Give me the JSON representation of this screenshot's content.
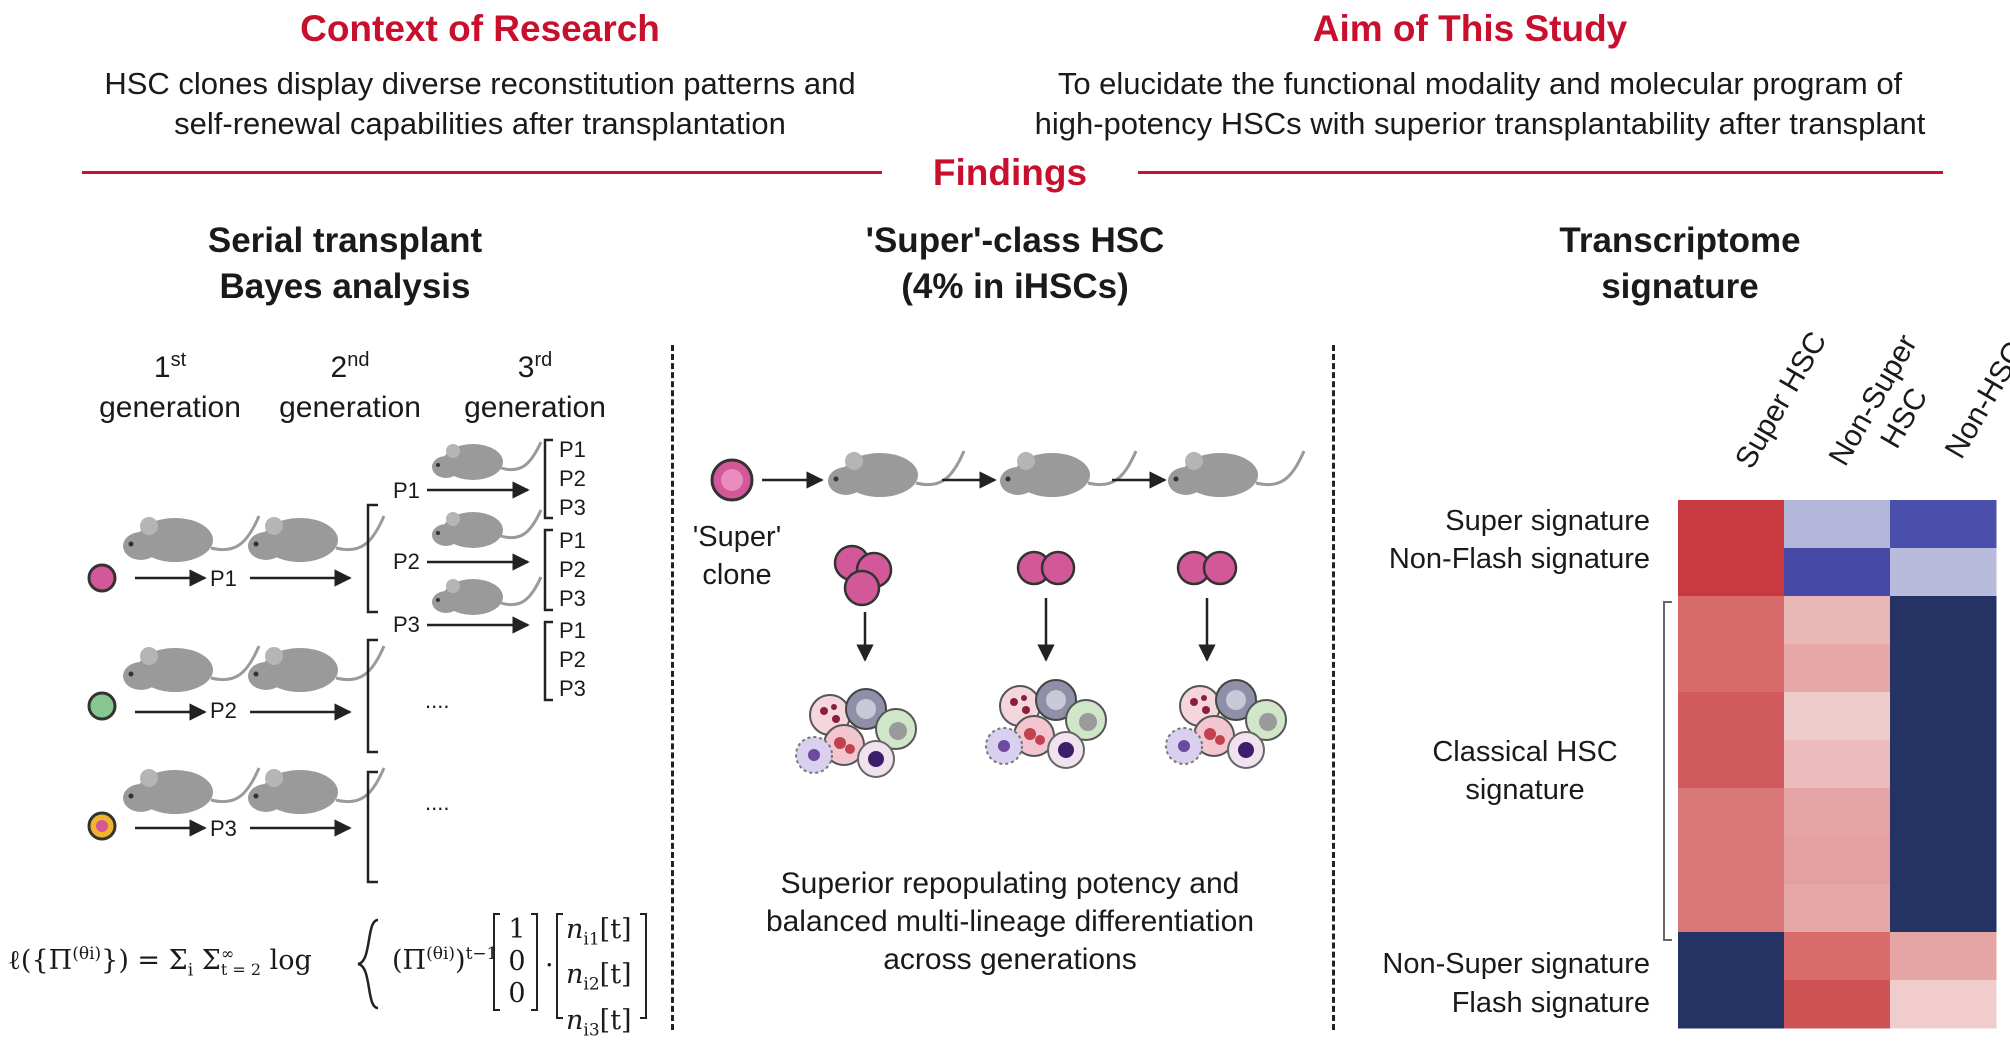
{
  "context": {
    "title": "Context of Research",
    "text_lines": [
      "HSC clones display diverse reconstitution patterns and",
      "self-renewal capabilities after transplantation"
    ]
  },
  "aim": {
    "title": "Aim of This Study",
    "text_lines": [
      "To elucidate the functional modality and molecular program of",
      "high-potency HSCs with superior transplantability after transplant"
    ]
  },
  "findings_label": "Findings",
  "panel1": {
    "title_lines": [
      "Serial transplant",
      "Bayes analysis"
    ],
    "generations": [
      {
        "num": "1",
        "sup": "st",
        "word": "generation"
      },
      {
        "num": "2",
        "sup": "nd",
        "word": "generation"
      },
      {
        "num": "3",
        "sup": "rd",
        "word": "generation"
      }
    ],
    "row_labels": [
      "P1",
      "P2",
      "P3"
    ],
    "branch_labels": [
      "P1",
      "P2",
      "P3"
    ],
    "leaf_labels": [
      "P1",
      "P2",
      "P3"
    ],
    "ellipsis": "....",
    "formula": {
      "lhs": "ℓ({Π",
      "theta": "(θi)",
      "rhs": "}) = Σ",
      "i": "i",
      "sigma2": "Σ",
      "inf": "∞",
      "t2": "t = 2",
      "log": "log",
      "pi": "(Π",
      "exp": "t−1",
      "vec": [
        "1",
        "0",
        "0"
      ],
      "nvec": [
        "n",
        "n",
        "n"
      ],
      "nsubs": [
        "i1",
        "i2",
        "i3"
      ],
      "t": "[t]"
    }
  },
  "panel2": {
    "title_lines": [
      "'Super'-class HSC",
      "(4% in iHSCs)"
    ],
    "clone_label_lines": [
      "'Super'",
      "clone"
    ],
    "caption_lines": [
      "Superior repopulating potency and",
      "balanced multi-lineage differentiation",
      "across generations"
    ]
  },
  "panel3": {
    "title_lines": [
      "Transcriptome",
      "signature"
    ],
    "columns": [
      "Super HSC",
      "Non-Super HSC",
      "Non-HSC"
    ],
    "col_lines": [
      [
        "Super HSC"
      ],
      [
        "Non-Super",
        "HSC"
      ],
      [
        "Non-HSC"
      ]
    ],
    "row_groups": [
      {
        "label": "Super signature"
      },
      {
        "label": "Non-Flash signature"
      },
      {
        "label_lines": [
          "Classical HSC",
          "signature"
        ]
      },
      {
        "label": "Non-Super signature"
      },
      {
        "label": "Flash signature"
      }
    ],
    "heatmap": {
      "note_colors": {
        "high": "#c8383f",
        "low": "#1e2f6b"
      },
      "rows": [
        [
          "#c93a40",
          "#b4b6da",
          "#4a4fab"
        ],
        [
          "#c93a40",
          "#4548a5",
          "#b9bbdc"
        ],
        [
          "#d86a6c",
          "#eab7b7",
          "#243363"
        ],
        [
          "#d86a6c",
          "#e6a7a7",
          "#243363"
        ],
        [
          "#d05a5e",
          "#efcccc",
          "#243363"
        ],
        [
          "#d05a5e",
          "#ecbcbc",
          "#243363"
        ],
        [
          "#da7779",
          "#e6a5a5",
          "#243363"
        ],
        [
          "#da7779",
          "#e4a0a0",
          "#243363"
        ],
        [
          "#da7779",
          "#e6a7a7",
          "#243363"
        ],
        [
          "#243363",
          "#d96b6c",
          "#e6a5a5"
        ],
        [
          "#243363",
          "#cd5354",
          "#f0cccc"
        ]
      ],
      "row_heights_units": [
        1,
        1,
        1,
        1,
        1,
        1,
        1,
        1,
        1,
        1,
        1
      ]
    }
  }
}
